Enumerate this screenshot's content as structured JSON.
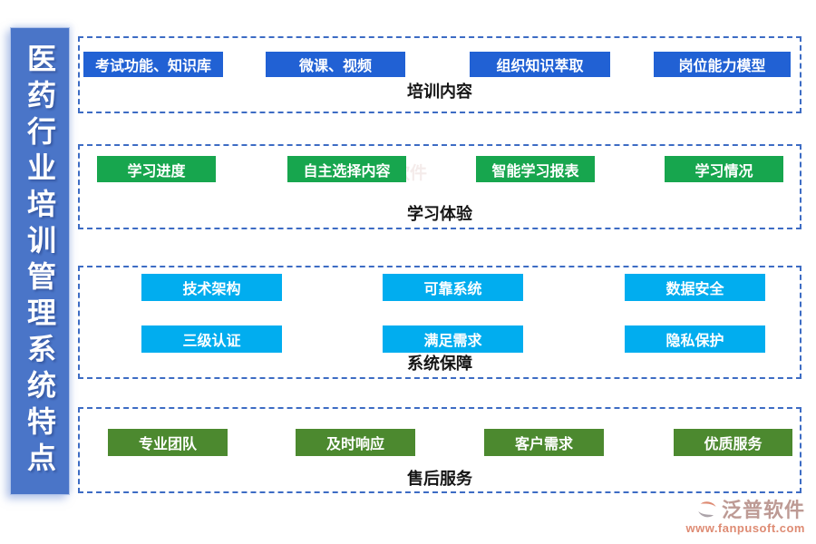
{
  "sidebar": {
    "title": "医药行业培训管理系统特点"
  },
  "sections": [
    {
      "title": "培训内容",
      "rows": [
        [
          "考试功能、知识库",
          "微课、视频",
          "组织知识萃取",
          "岗位能力模型"
        ]
      ]
    },
    {
      "title": "学习体验",
      "rows": [
        [
          "学习进度",
          "自主选择内容",
          "智能学习报表",
          "学习情况"
        ]
      ]
    },
    {
      "title": "系统保障",
      "rows": [
        [
          "技术架构",
          "可靠系统",
          "数据安全"
        ],
        [
          "三级认证",
          "满足需求",
          "隐私保护"
        ]
      ]
    },
    {
      "title": "售后服务",
      "rows": [
        [
          "专业团队",
          "及时响应",
          "客户需求",
          "优质服务"
        ]
      ]
    }
  ],
  "footer": {
    "brand": "泛普软件",
    "website": "www.fanpusoft.com"
  },
  "watermark": {
    "brand": "泛普软件"
  },
  "colors": {
    "sidebar_bg": "#4A75C8",
    "dashed_border": "#3D6CC4",
    "section1_button": "#2161D4",
    "section2_button": "#17A64E",
    "section3_button": "#01ADEF",
    "section4_button": "#4C892F",
    "logo_salmon": "#DE8B73",
    "logo_gray": "#ACA4AA"
  }
}
